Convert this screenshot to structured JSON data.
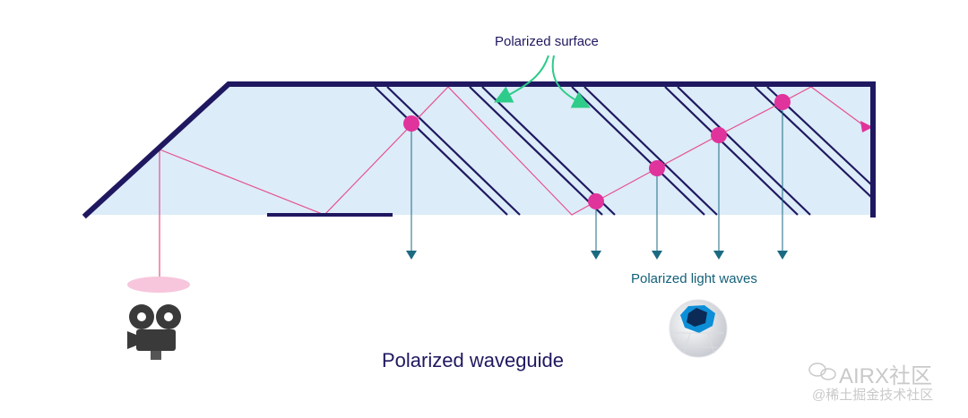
{
  "labels": {
    "polarized_surface": "Polarized surface",
    "polarized_light_waves": "Polarized light waves",
    "title": "Polarized waveguide"
  },
  "watermark": {
    "brand": "AIRX社区",
    "sub": "@稀土掘金技术社区"
  },
  "colors": {
    "waveguide_fill": "#dcecf8",
    "waveguide_outline": "#1f1860",
    "ray": "#e6508f",
    "intersection_dot": "#e0339c",
    "output_arrow": "#1b6a82",
    "surface_arrow": "#2ecc8a",
    "projector_glow": "#f7c6dc"
  },
  "icons": {
    "projector": "movie-camera-icon",
    "eye": "eyeball-icon",
    "watermark": "wechat-icon"
  }
}
